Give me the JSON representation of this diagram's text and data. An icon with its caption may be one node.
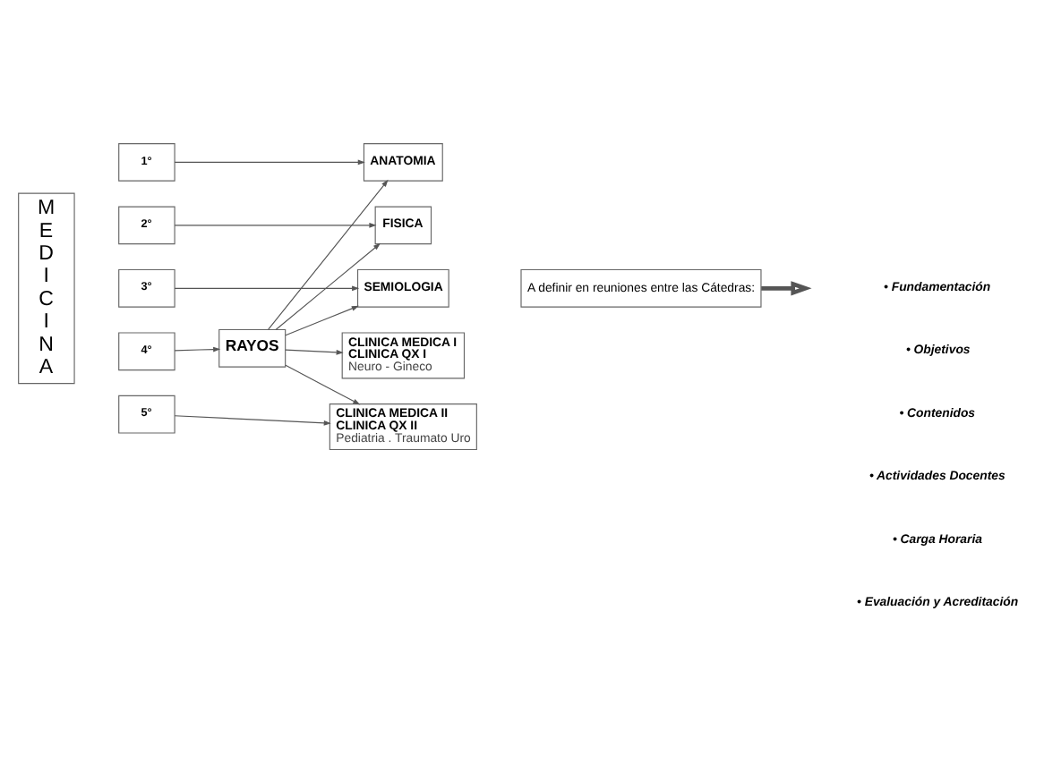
{
  "diagram": {
    "nodes": [
      {
        "text": [
          "M E D I C I N A"
        ]
      },
      {
        "text": [
          "1°"
        ]
      },
      {
        "text": [
          "2°"
        ]
      },
      {
        "text": [
          "3°"
        ]
      },
      {
        "text": [
          "4°"
        ]
      },
      {
        "text": [
          "5°"
        ]
      },
      {
        "text": [
          "ANATOMIA"
        ]
      },
      {
        "text": [
          "FISICA"
        ]
      },
      {
        "text": [
          "SEMIOLOGIA"
        ]
      },
      {
        "text": [
          "RAYOS"
        ]
      },
      {
        "text": [
          "CLINICA MEDICA I",
          "CLINICA QX I",
          "Neuro - Gineco"
        ]
      },
      {
        "text": [
          "CLINICA MEDICA II",
          "CLINICA QX II",
          "Pediatria . Traumato Uro"
        ]
      },
      {
        "text": [
          "A definir en reuniones entre las Cátedras:"
        ]
      }
    ],
    "edges": [
      {
        "from": 1,
        "to": 6,
        "arrow": "to"
      },
      {
        "from": 2,
        "to": 7,
        "arrow": "to"
      },
      {
        "from": 3,
        "to": 8,
        "arrow": "to"
      },
      {
        "from": 4,
        "to": 9,
        "arrow": "to"
      },
      {
        "from": 9,
        "to": 6,
        "arrow": "to"
      },
      {
        "from": 9,
        "to": 7,
        "arrow": "to"
      },
      {
        "from": 9,
        "to": 8,
        "arrow": "to"
      },
      {
        "from": 9,
        "to": 10,
        "arrow": "to"
      },
      {
        "from": 9,
        "to": 11,
        "arrow": "to"
      },
      {
        "from": 5,
        "to": 11,
        "arrow": "to"
      },
      {
        "from": 12,
        "to": null,
        "arrow": "to",
        "style": "thick"
      }
    ],
    "labels": [
      "• Fundamentación",
      "• Objetivos",
      "• Contenidos",
      "• Actividades Docentes",
      "• Carga Horaria",
      "• Evaluación y Acreditación"
    ]
  }
}
